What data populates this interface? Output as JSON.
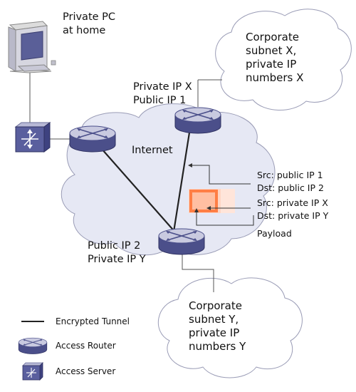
{
  "labels": {
    "pc": [
      "Private PC",
      "at home"
    ],
    "router_x": [
      "Private IP X",
      "Public IP 1"
    ],
    "router_y": [
      "Public IP 2",
      "Private IP Y"
    ],
    "internet": "Internet",
    "subnet_x": [
      "Corporate",
      "subnet X,",
      "private IP",
      "numbers X"
    ],
    "subnet_y": [
      "Corporate",
      "subnet Y,",
      "private IP",
      "numbers Y"
    ]
  },
  "packet": {
    "outer": [
      "Src: public IP 1",
      "Dst: public IP 2"
    ],
    "inner": [
      "Src: private IP X",
      "Dst: private IP Y"
    ],
    "payload": "Payload"
  },
  "legend": {
    "tunnel": "Encrypted Tunnel",
    "router": "Access Router",
    "server": "Access Server"
  },
  "icons": {
    "pc": "computer-icon",
    "server": "access-server-icon",
    "router": "router-icon"
  },
  "colors": {
    "cloud_fill": "#e6e8f4",
    "cloud_stroke": "#9a9cb6",
    "router_body": "#4b4f8a",
    "router_top": "#c9cae0",
    "packet_outer": "#ffd6c4",
    "packet_border": "#ff7e45",
    "packet_inner": "#ffbfa2",
    "line": "#333333"
  }
}
